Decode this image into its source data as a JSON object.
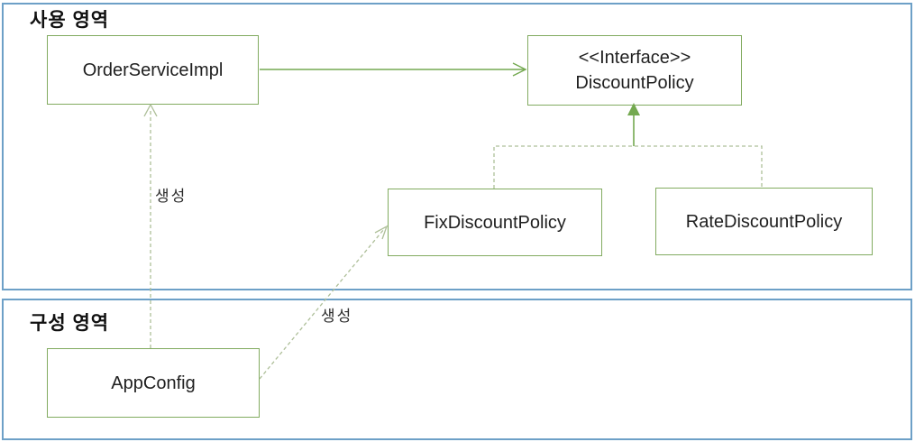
{
  "diagram": {
    "regions": {
      "usage": {
        "title": "사용 영역"
      },
      "config": {
        "title": "구성 영역"
      }
    },
    "nodes": {
      "order_service_impl": {
        "label": "OrderServiceImpl"
      },
      "discount_policy": {
        "stereotype": "<<Interface>>",
        "label": "DiscountPolicy"
      },
      "fix_discount_policy": {
        "label": "FixDiscountPolicy"
      },
      "rate_discount_policy": {
        "label": "RateDiscountPolicy"
      },
      "app_config": {
        "label": "AppConfig"
      }
    },
    "edges": {
      "order_uses_discount_policy": {
        "style": "solid-open-arrow"
      },
      "policies_implement_interface": {
        "style": "dashed-solid-triangle"
      },
      "appconfig_creates_orderservice": {
        "label": "생성",
        "style": "dashed-open-arrow"
      },
      "appconfig_creates_fixdiscount": {
        "label": "생성",
        "style": "dashed-open-arrow"
      }
    },
    "colors": {
      "region_border": "#6da0c7",
      "node_border": "#82ab60",
      "arrow_solid": "#74a950",
      "arrow_dashed": "#aebf99",
      "text": "#1f1f1f"
    }
  }
}
